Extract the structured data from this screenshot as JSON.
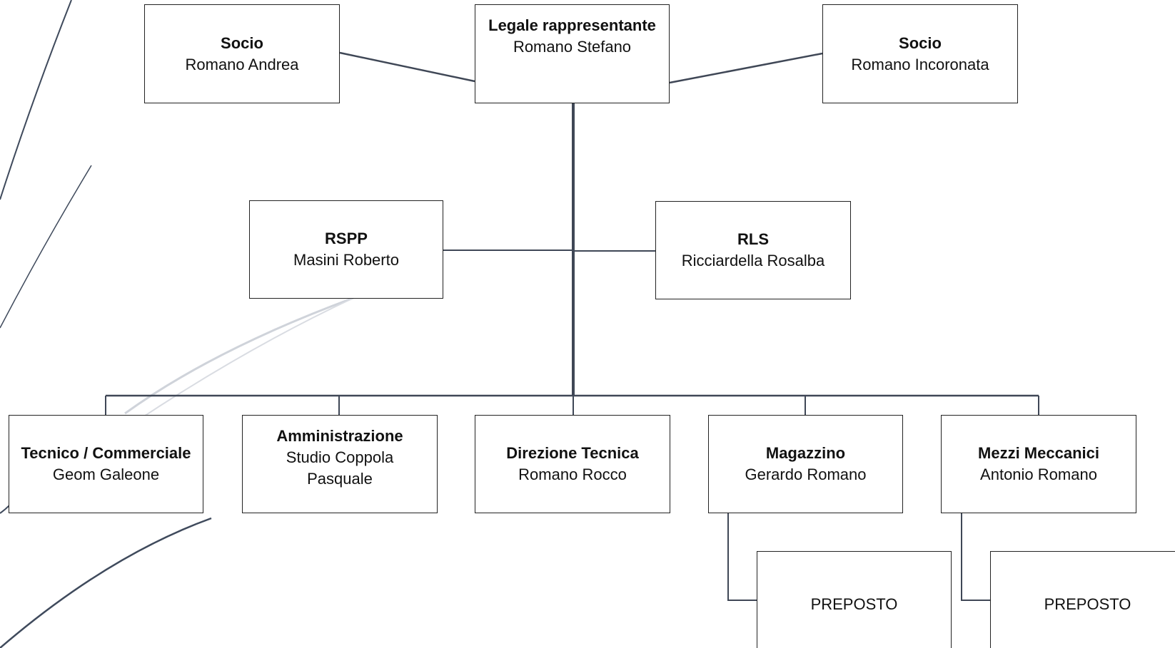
{
  "colors": {
    "connector": "#3f4756",
    "box_border": "#222222",
    "decor_curve_dark": "#3f4a5c",
    "decor_curve_light": "#cfd3da"
  },
  "nodes": {
    "legale": {
      "role": "Legale rappresentante",
      "person": "Romano Stefano"
    },
    "socio_left": {
      "role": "Socio",
      "person": "Romano Andrea"
    },
    "socio_right": {
      "role": "Socio",
      "person": "Romano Incoronata"
    },
    "rspp": {
      "role": "RSPP",
      "person": "Masini Roberto"
    },
    "rls": {
      "role": "RLS",
      "person": "Ricciardella Rosalba"
    },
    "tecnico": {
      "role": "Tecnico / Commerciale",
      "person": "Geom Galeone"
    },
    "amministrazione": {
      "role": "Amministrazione",
      "person": "Studio Coppola Pasquale"
    },
    "direzione": {
      "role": "Direzione Tecnica",
      "person": "Romano Rocco"
    },
    "magazzino": {
      "role": "Magazzino",
      "person": "Gerardo Romano"
    },
    "mezzi": {
      "role": "Mezzi Meccanici",
      "person": "Antonio Romano"
    },
    "preposto_1": {
      "label": "PREPOSTO"
    },
    "preposto_2": {
      "label": "PREPOSTO"
    }
  }
}
